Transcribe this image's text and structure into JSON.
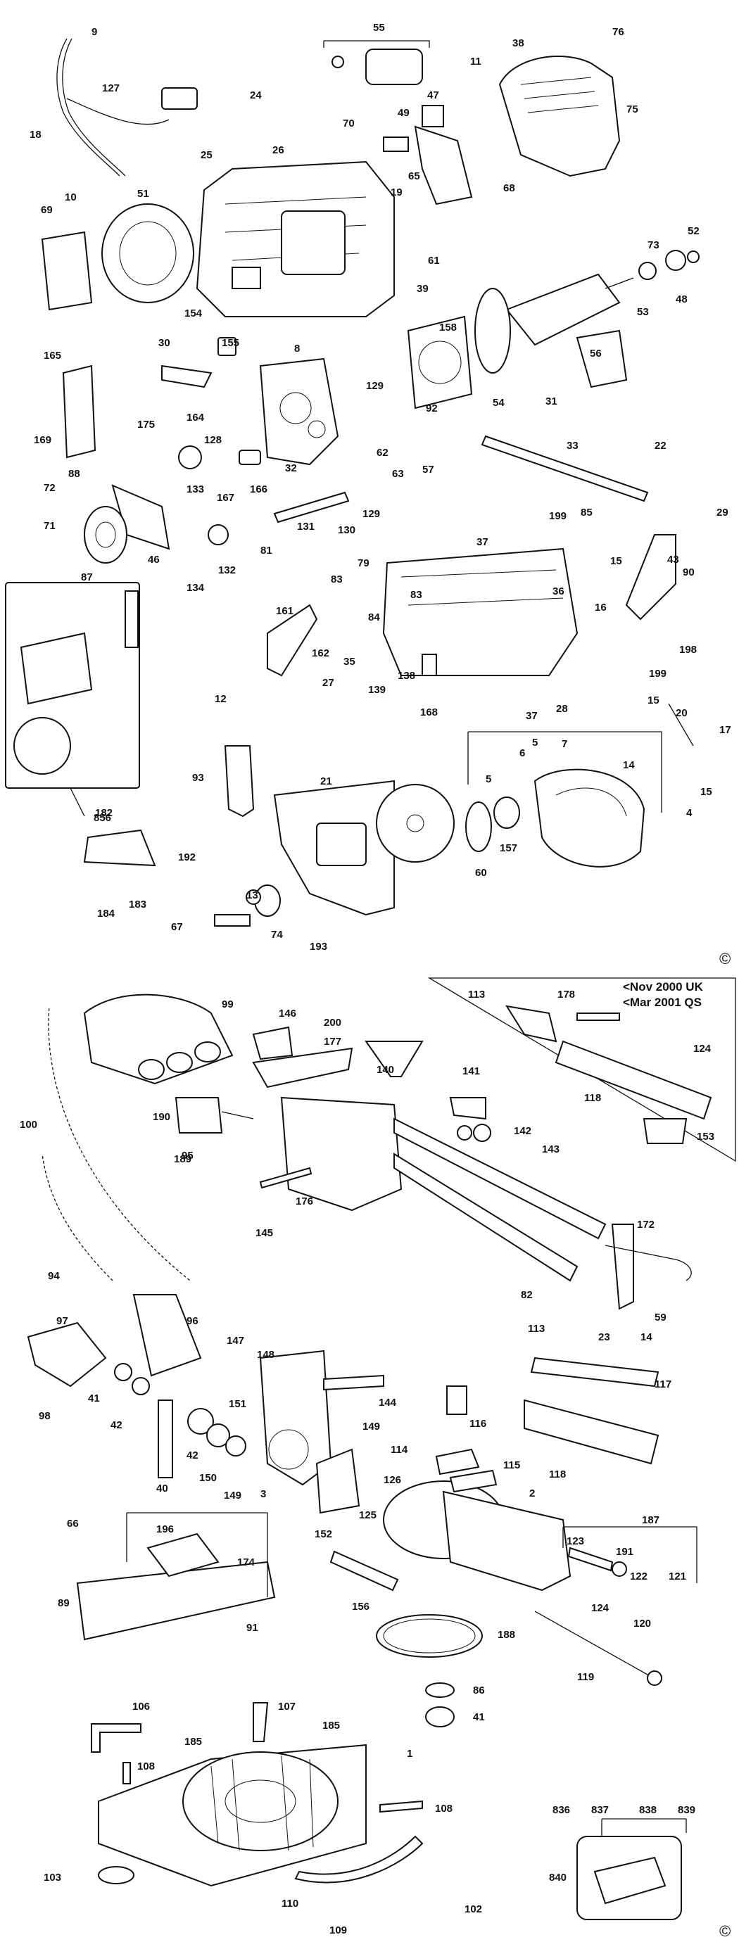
{
  "diagram": {
    "top_section": {
      "callouts": [
        "9",
        "127",
        "55",
        "11",
        "38",
        "76",
        "75",
        "18",
        "10",
        "24",
        "25",
        "26",
        "70",
        "49",
        "47",
        "65",
        "68",
        "19",
        "61",
        "51",
        "69",
        "39",
        "165",
        "154",
        "158",
        "73",
        "52",
        "53",
        "48",
        "56",
        "30",
        "155",
        "8",
        "129",
        "92",
        "54",
        "175",
        "164",
        "169",
        "128",
        "62",
        "63",
        "57",
        "32",
        "166",
        "31",
        "22",
        "88",
        "72",
        "71",
        "133",
        "167",
        "33",
        "87",
        "46",
        "131",
        "130",
        "129",
        "81",
        "134",
        "132",
        "29",
        "199",
        "85",
        "37",
        "43",
        "15",
        "90",
        "16",
        "36",
        "79",
        "83",
        "161",
        "84",
        "83",
        "35",
        "138",
        "162",
        "139",
        "168",
        "28",
        "199",
        "198",
        "12",
        "27",
        "37",
        "15",
        "20",
        "17",
        "5",
        "7",
        "6",
        "5",
        "14",
        "15",
        "4",
        "856",
        "93",
        "21",
        "182",
        "157",
        "60",
        "192",
        "183",
        "184",
        "13",
        "67",
        "74",
        "193"
      ]
    },
    "bottom_section": {
      "notes": [
        "<Nov 2000 UK",
        "<Mar 2001 QS"
      ],
      "callouts": [
        "99",
        "146",
        "200",
        "177",
        "113",
        "178",
        "124",
        "140",
        "118",
        "141",
        "153",
        "190",
        "142",
        "143",
        "189",
        "95",
        "100",
        "145",
        "176",
        "172",
        "94",
        "82",
        "23",
        "59",
        "14",
        "97",
        "96",
        "113",
        "147",
        "148",
        "144",
        "117",
        "41",
        "151",
        "149",
        "98",
        "42",
        "42",
        "116",
        "40",
        "150",
        "149",
        "114",
        "115",
        "118",
        "3",
        "126",
        "125",
        "2",
        "66",
        "196",
        "152",
        "187",
        "123",
        "191",
        "174",
        "122",
        "121",
        "89",
        "156",
        "124",
        "120",
        "91",
        "188",
        "119",
        "86",
        "41",
        "106",
        "107",
        "185",
        "185",
        "1",
        "108",
        "108",
        "836",
        "837",
        "838",
        "839",
        "103",
        "840",
        "110",
        "102",
        "109"
      ]
    },
    "copyright_marks": [
      "©",
      "©"
    ]
  }
}
